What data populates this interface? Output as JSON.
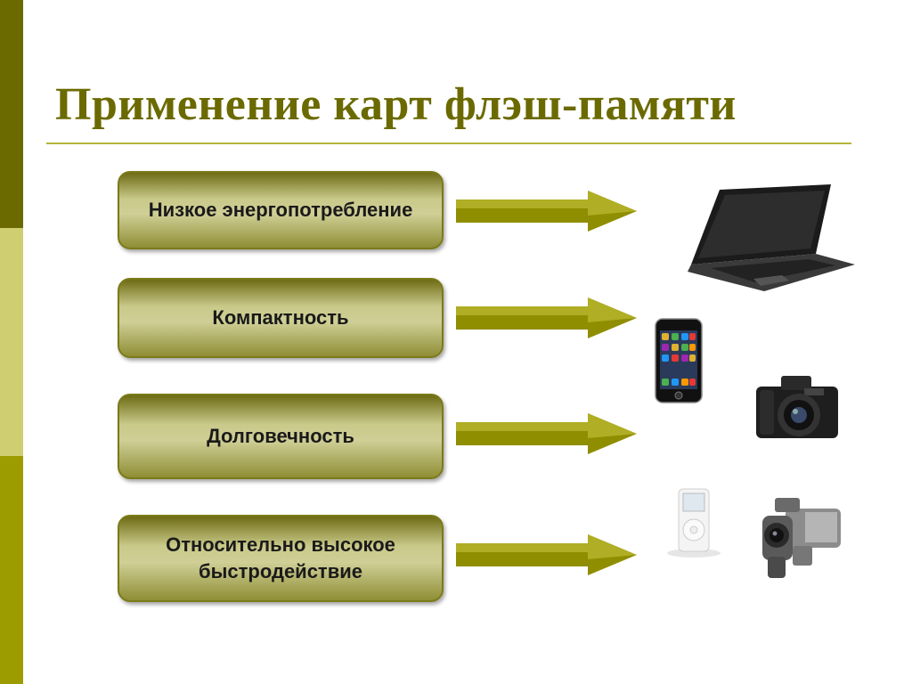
{
  "slide": {
    "title": "Применение карт флэш-памяти",
    "features": [
      {
        "label": "Низкое энергопотребление"
      },
      {
        "label": "Компактность"
      },
      {
        "label": "Долговечность"
      },
      {
        "label": "Относительно высокое быстродействие"
      }
    ],
    "devices": [
      {
        "icon": "laptop-icon"
      },
      {
        "icon": "smartphone-icon"
      },
      {
        "icon": "camera-icon"
      },
      {
        "icon": "mp3-player-icon"
      },
      {
        "icon": "camcorder-icon"
      }
    ],
    "colors": {
      "accent_dark": "#6b6a00",
      "accent_light": "#cfcf72",
      "accent_mid": "#9c9c00",
      "arrow": "#8f8e00"
    }
  }
}
